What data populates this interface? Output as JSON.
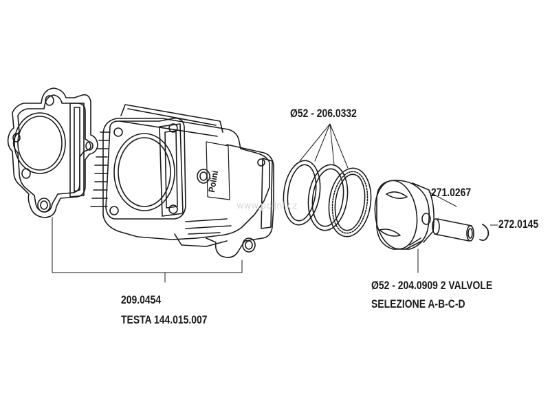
{
  "labels": {
    "rings": "Ø52 - 206.0332",
    "pin": "271.0267",
    "clip": "272.0145",
    "piston_line1": "Ø52 - 204.0909  2 VALVOLE",
    "piston_line2": "SELEZIONE A-B-C-D",
    "gasket_line1": "209.0454",
    "gasket_line2": "TESTA 144.015.007"
  },
  "cylinder_logo": "Polini",
  "watermark": "www.polini.cz",
  "colors": {
    "stroke": "#1a1a1a",
    "text": "#1a1a1a",
    "background": "#ffffff"
  }
}
